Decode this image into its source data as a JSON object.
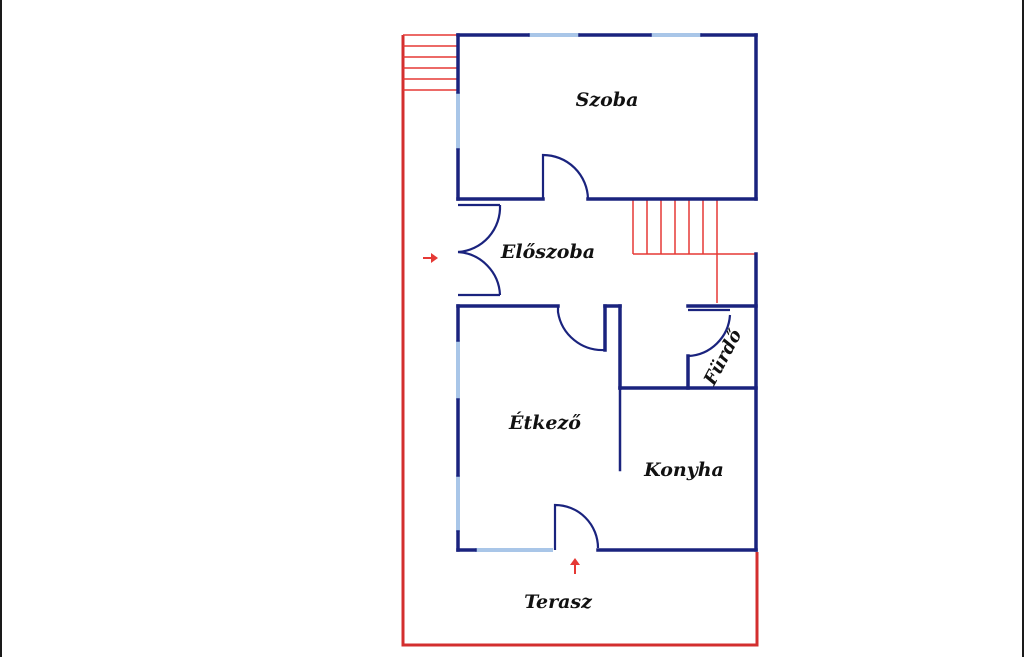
{
  "floor_plan": {
    "rooms": {
      "szoba": "Szoba",
      "eloszoba": "Előszoba",
      "etkezo": "Étkező",
      "konyha": "Konyha",
      "furdo": "Fürdő",
      "terasz": "Terasz"
    },
    "colors": {
      "wall": "#1a237e",
      "window": "#a9c6e8",
      "outline_red": "#d32f2f",
      "stairs": "#e53935",
      "arrow": "#e53935"
    },
    "icons": [
      "door-swing-icon",
      "entrance-arrow-icon",
      "staircase-icon"
    ]
  }
}
